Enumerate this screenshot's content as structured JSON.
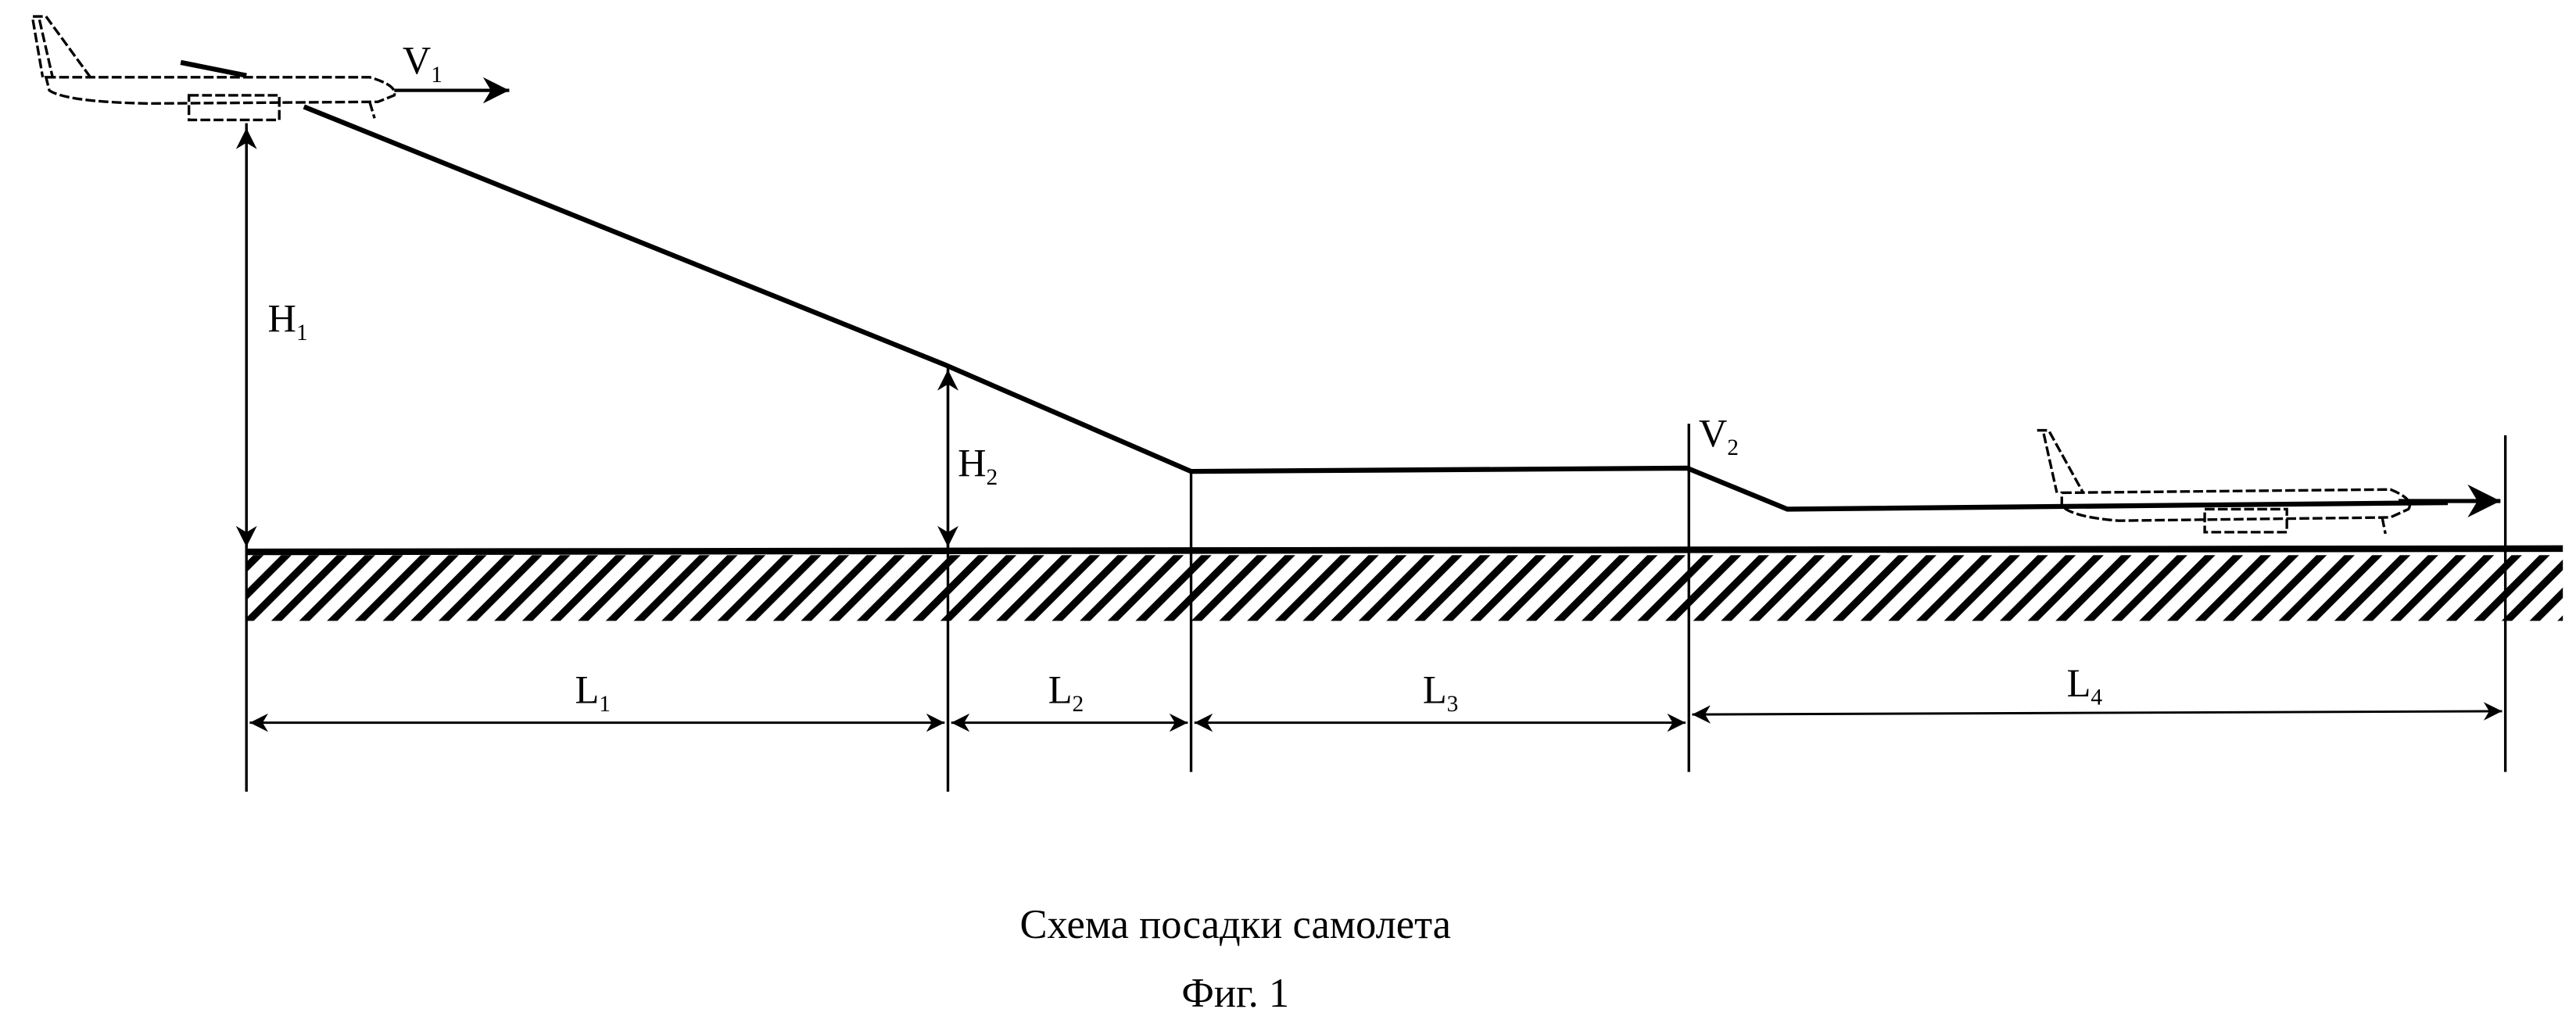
{
  "labels": {
    "v1": {
      "main": "V",
      "sub": "1"
    },
    "v2": {
      "main": "V",
      "sub": "2"
    },
    "h1": {
      "main": "H",
      "sub": "1"
    },
    "h2": {
      "main": "H",
      "sub": "2"
    },
    "l1": {
      "main": "L",
      "sub": "1"
    },
    "l2": {
      "main": "L",
      "sub": "2"
    },
    "l3": {
      "main": "L",
      "sub": "3"
    },
    "l4": {
      "main": "L",
      "sub": "4"
    }
  },
  "caption": {
    "title": "Схема посадки самолета",
    "figure": "Фиг. 1"
  },
  "colors": {
    "ink": "#000000",
    "paper": "#ffffff"
  }
}
